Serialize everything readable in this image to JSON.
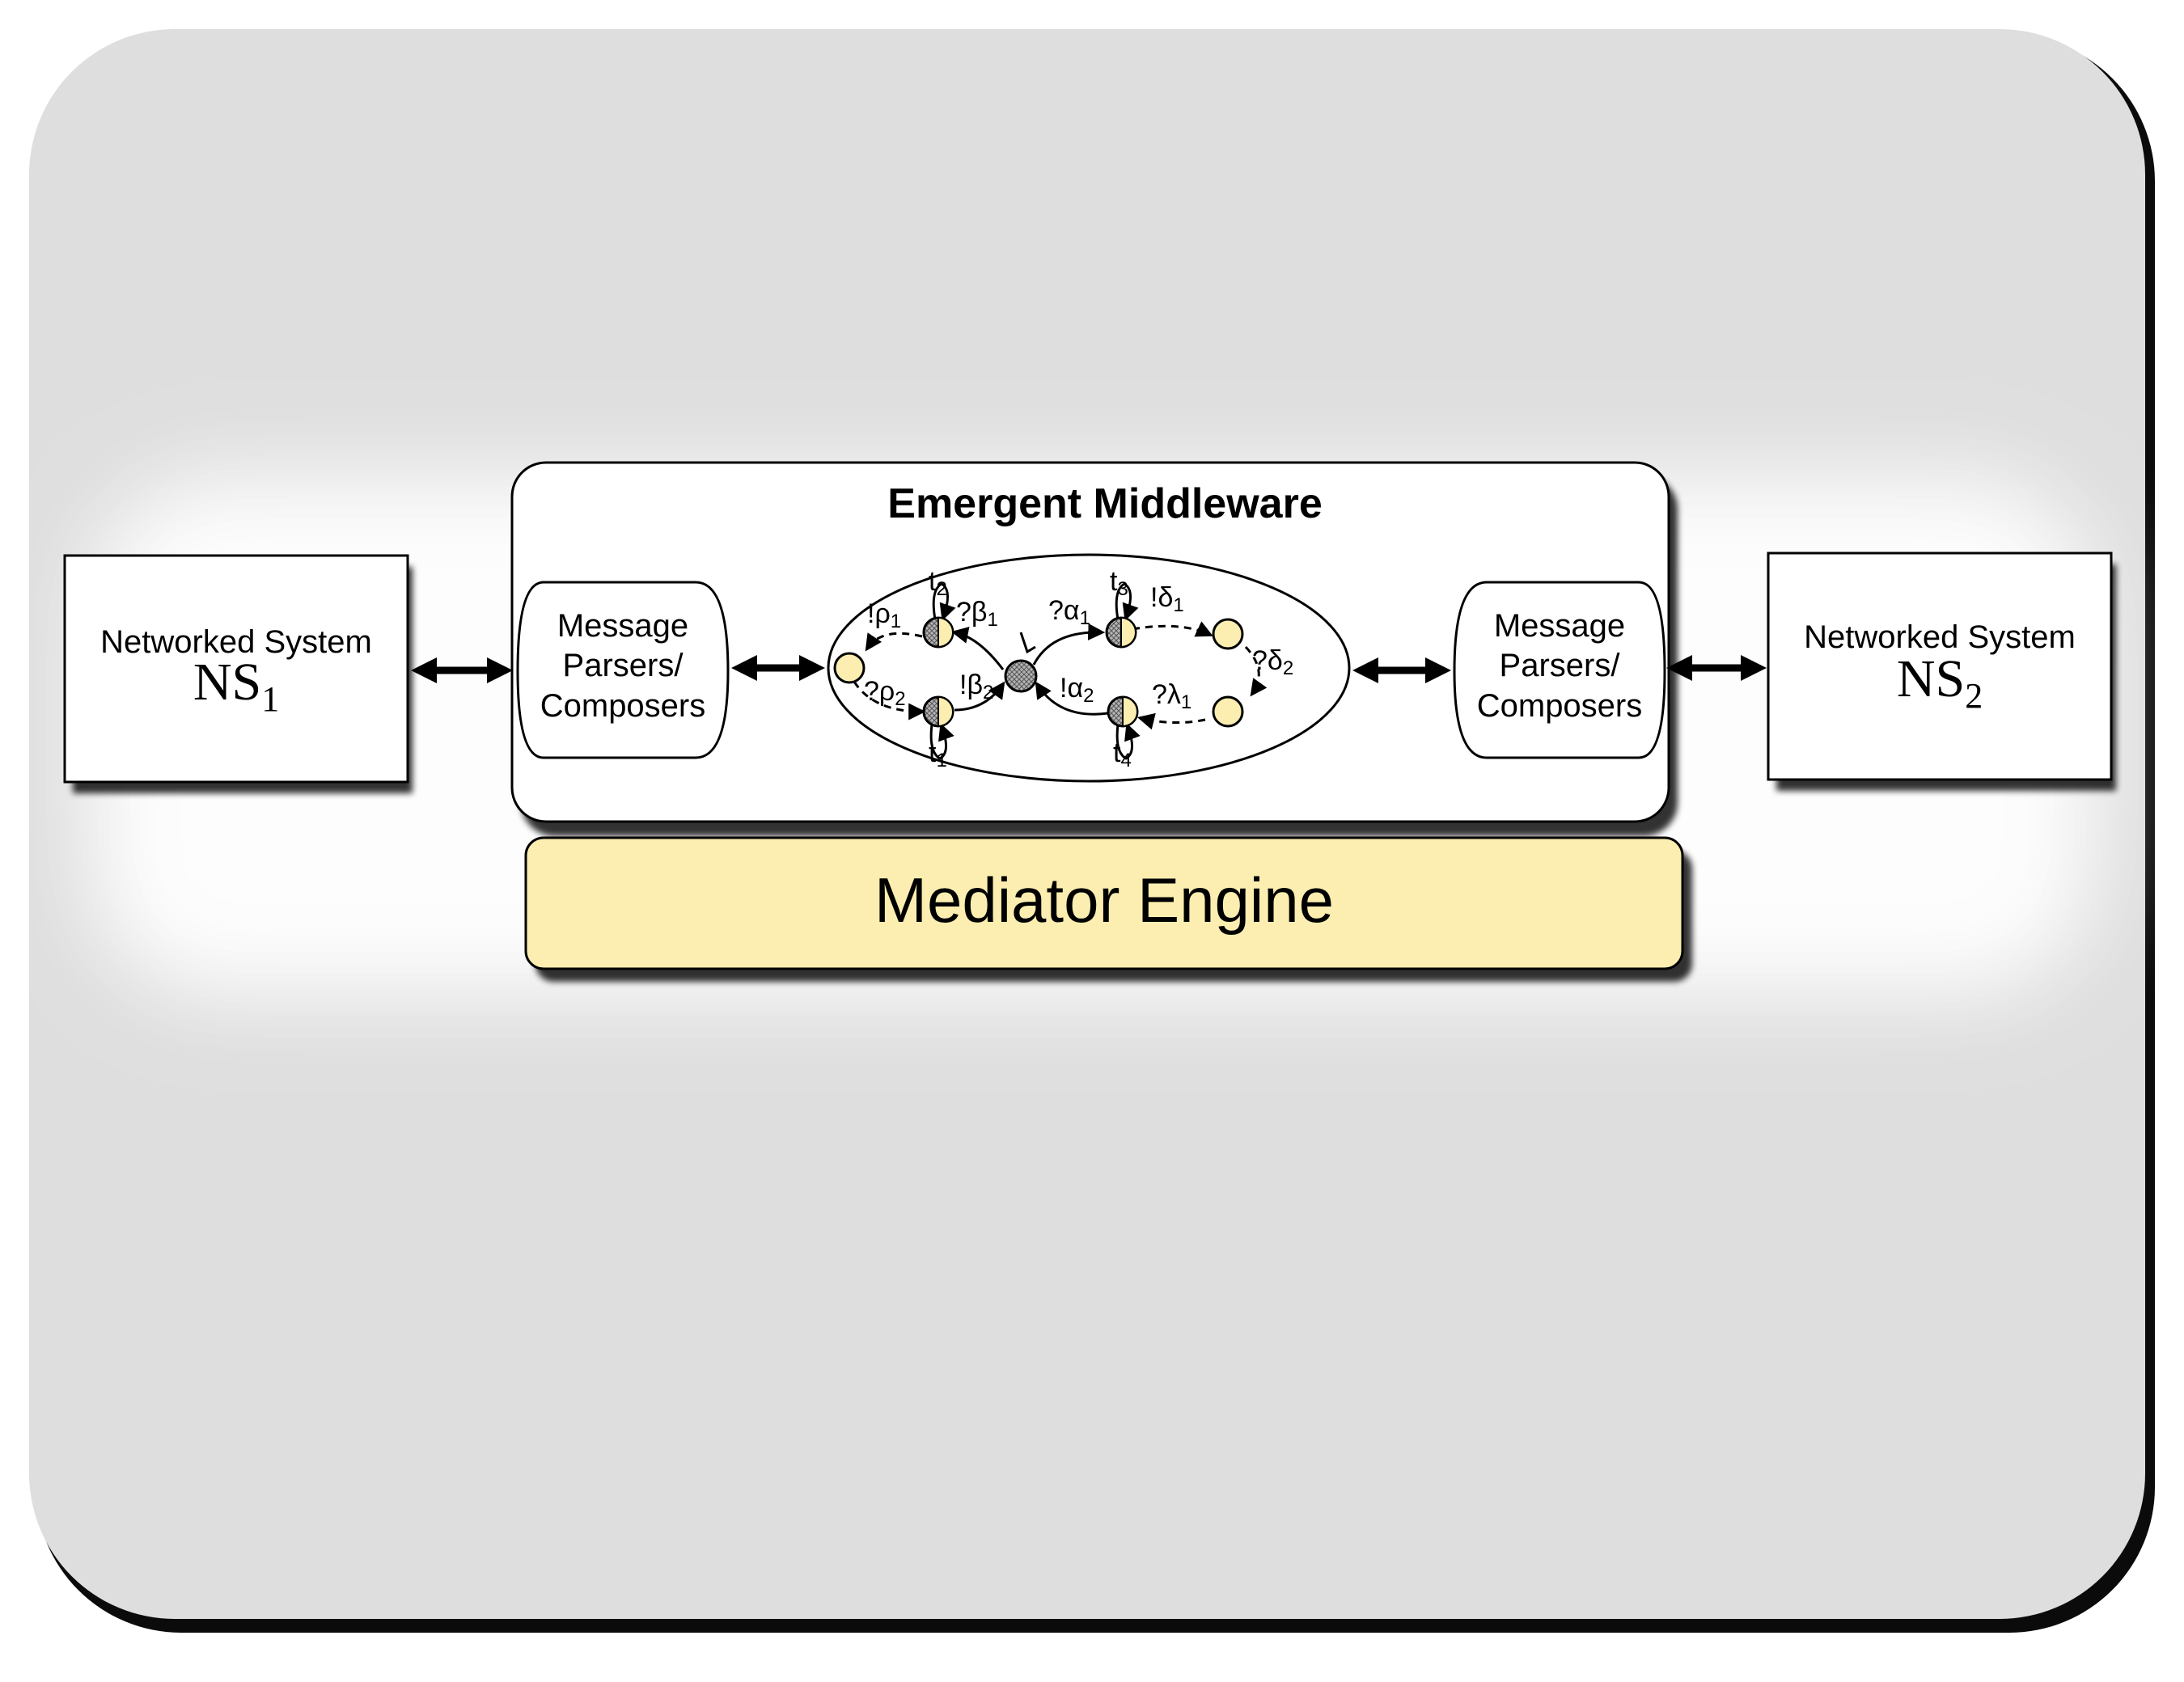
{
  "diagram": {
    "title": "Emergent Middleware",
    "ns1": {
      "label": "Networked System",
      "name": "NS",
      "sub": "1"
    },
    "ns2": {
      "label": "Networked System",
      "name": "NS",
      "sub": "2"
    },
    "parser_left": {
      "line1": "Message",
      "line2": "Parsers/",
      "line3": "Composers"
    },
    "parser_right": {
      "line1": "Message",
      "line2": "Parsers/",
      "line3": "Composers"
    },
    "engine": "Mediator Engine",
    "automaton": {
      "t1": {
        "b": "t",
        "s": "1"
      },
      "t2": {
        "b": "t",
        "s": "2"
      },
      "t3": {
        "b": "t",
        "s": "3"
      },
      "t4": {
        "b": "t",
        "s": "4"
      },
      "rho1": {
        "b": "!ρ",
        "s": "1"
      },
      "rho2": {
        "b": "?ρ",
        "s": "2"
      },
      "beta1": {
        "b": "?β",
        "s": "1"
      },
      "beta2": {
        "b": "!β",
        "s": "2"
      },
      "alpha1": {
        "b": "?α",
        "s": "1"
      },
      "alpha2": {
        "b": "!α",
        "s": "2"
      },
      "delta1": {
        "b": "!δ",
        "s": "1"
      },
      "delta2": {
        "b": "?δ",
        "s": "2"
      },
      "lambda1": {
        "b": "?λ",
        "s": "1"
      }
    }
  },
  "colors": {
    "background": "#dedede",
    "glow": "#ffffff",
    "engine_fill": "#fbeeb0",
    "state_fill": "#fbeeb0",
    "hatched_fill": "#9a9a9a",
    "stroke": "#000000"
  }
}
